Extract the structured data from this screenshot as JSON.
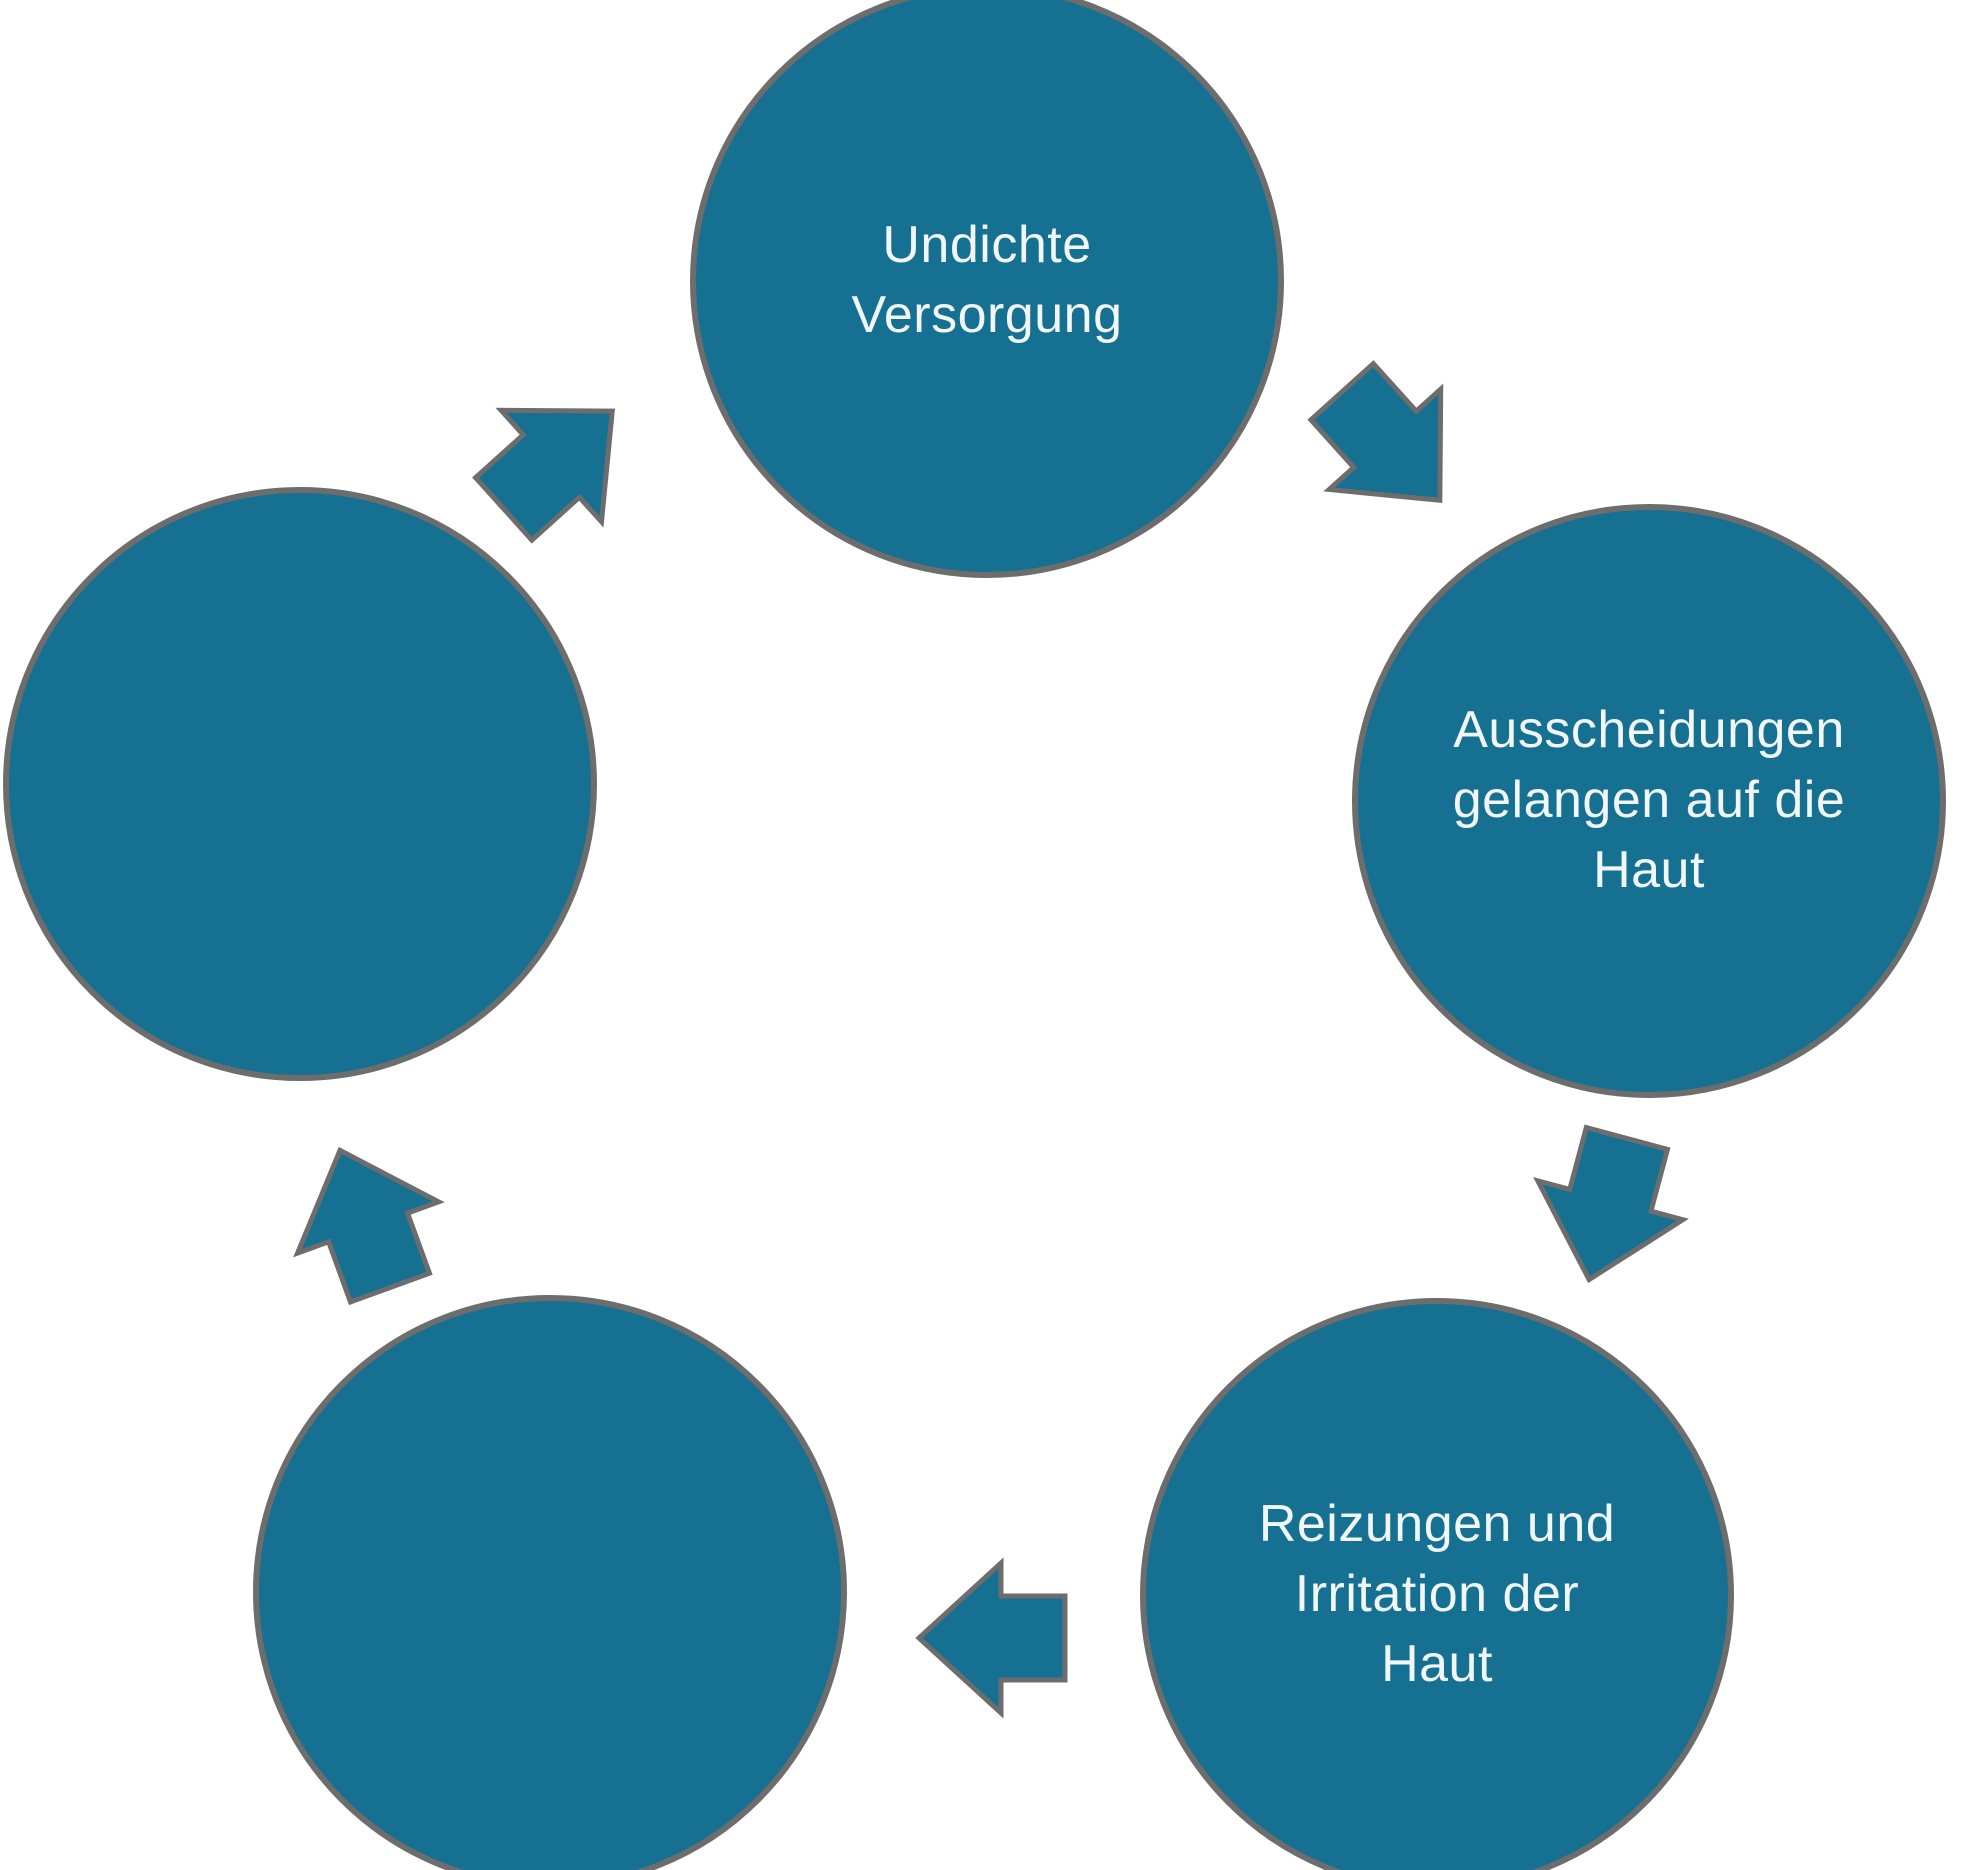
{
  "diagram": {
    "type": "cycle",
    "direction": "clockwise",
    "node_shape": "circle",
    "node_fill_color": "#157092",
    "node_outline_color": "#6d6d6d",
    "label_text_color": "#f1f6f8",
    "background_color": "#ffffff",
    "nodes": [
      {
        "id": "undichte-versorgung",
        "position": "top",
        "label": "Undichte\nVersorgung"
      },
      {
        "id": "ausscheidungen-haut",
        "position": "right",
        "label": "Ausscheidungen\ngelangen auf die\nHaut"
      },
      {
        "id": "reizungen-irritation",
        "position": "bottom-right",
        "label": "Reizungen und\nIrritation der\nHaut"
      },
      {
        "id": "unlabeled-bottom-left",
        "position": "bottom-left",
        "label": ""
      },
      {
        "id": "unlabeled-left",
        "position": "left",
        "label": ""
      }
    ],
    "arrows": [
      {
        "id": "top-to-right",
        "from": "undichte-versorgung",
        "to": "ausscheidungen-haut",
        "points": "down-right"
      },
      {
        "id": "right-to-bottom-right",
        "from": "ausscheidungen-haut",
        "to": "reizungen-irritation",
        "points": "down"
      },
      {
        "id": "bottom-right-to-bottom-left",
        "from": "reizungen-irritation",
        "to": "unlabeled-bottom-left",
        "points": "left"
      },
      {
        "id": "bottom-left-to-left",
        "from": "unlabeled-bottom-left",
        "to": "unlabeled-left",
        "points": "up"
      },
      {
        "id": "left-to-top",
        "from": "unlabeled-left",
        "to": "undichte-versorgung",
        "points": "up-right"
      }
    ]
  }
}
